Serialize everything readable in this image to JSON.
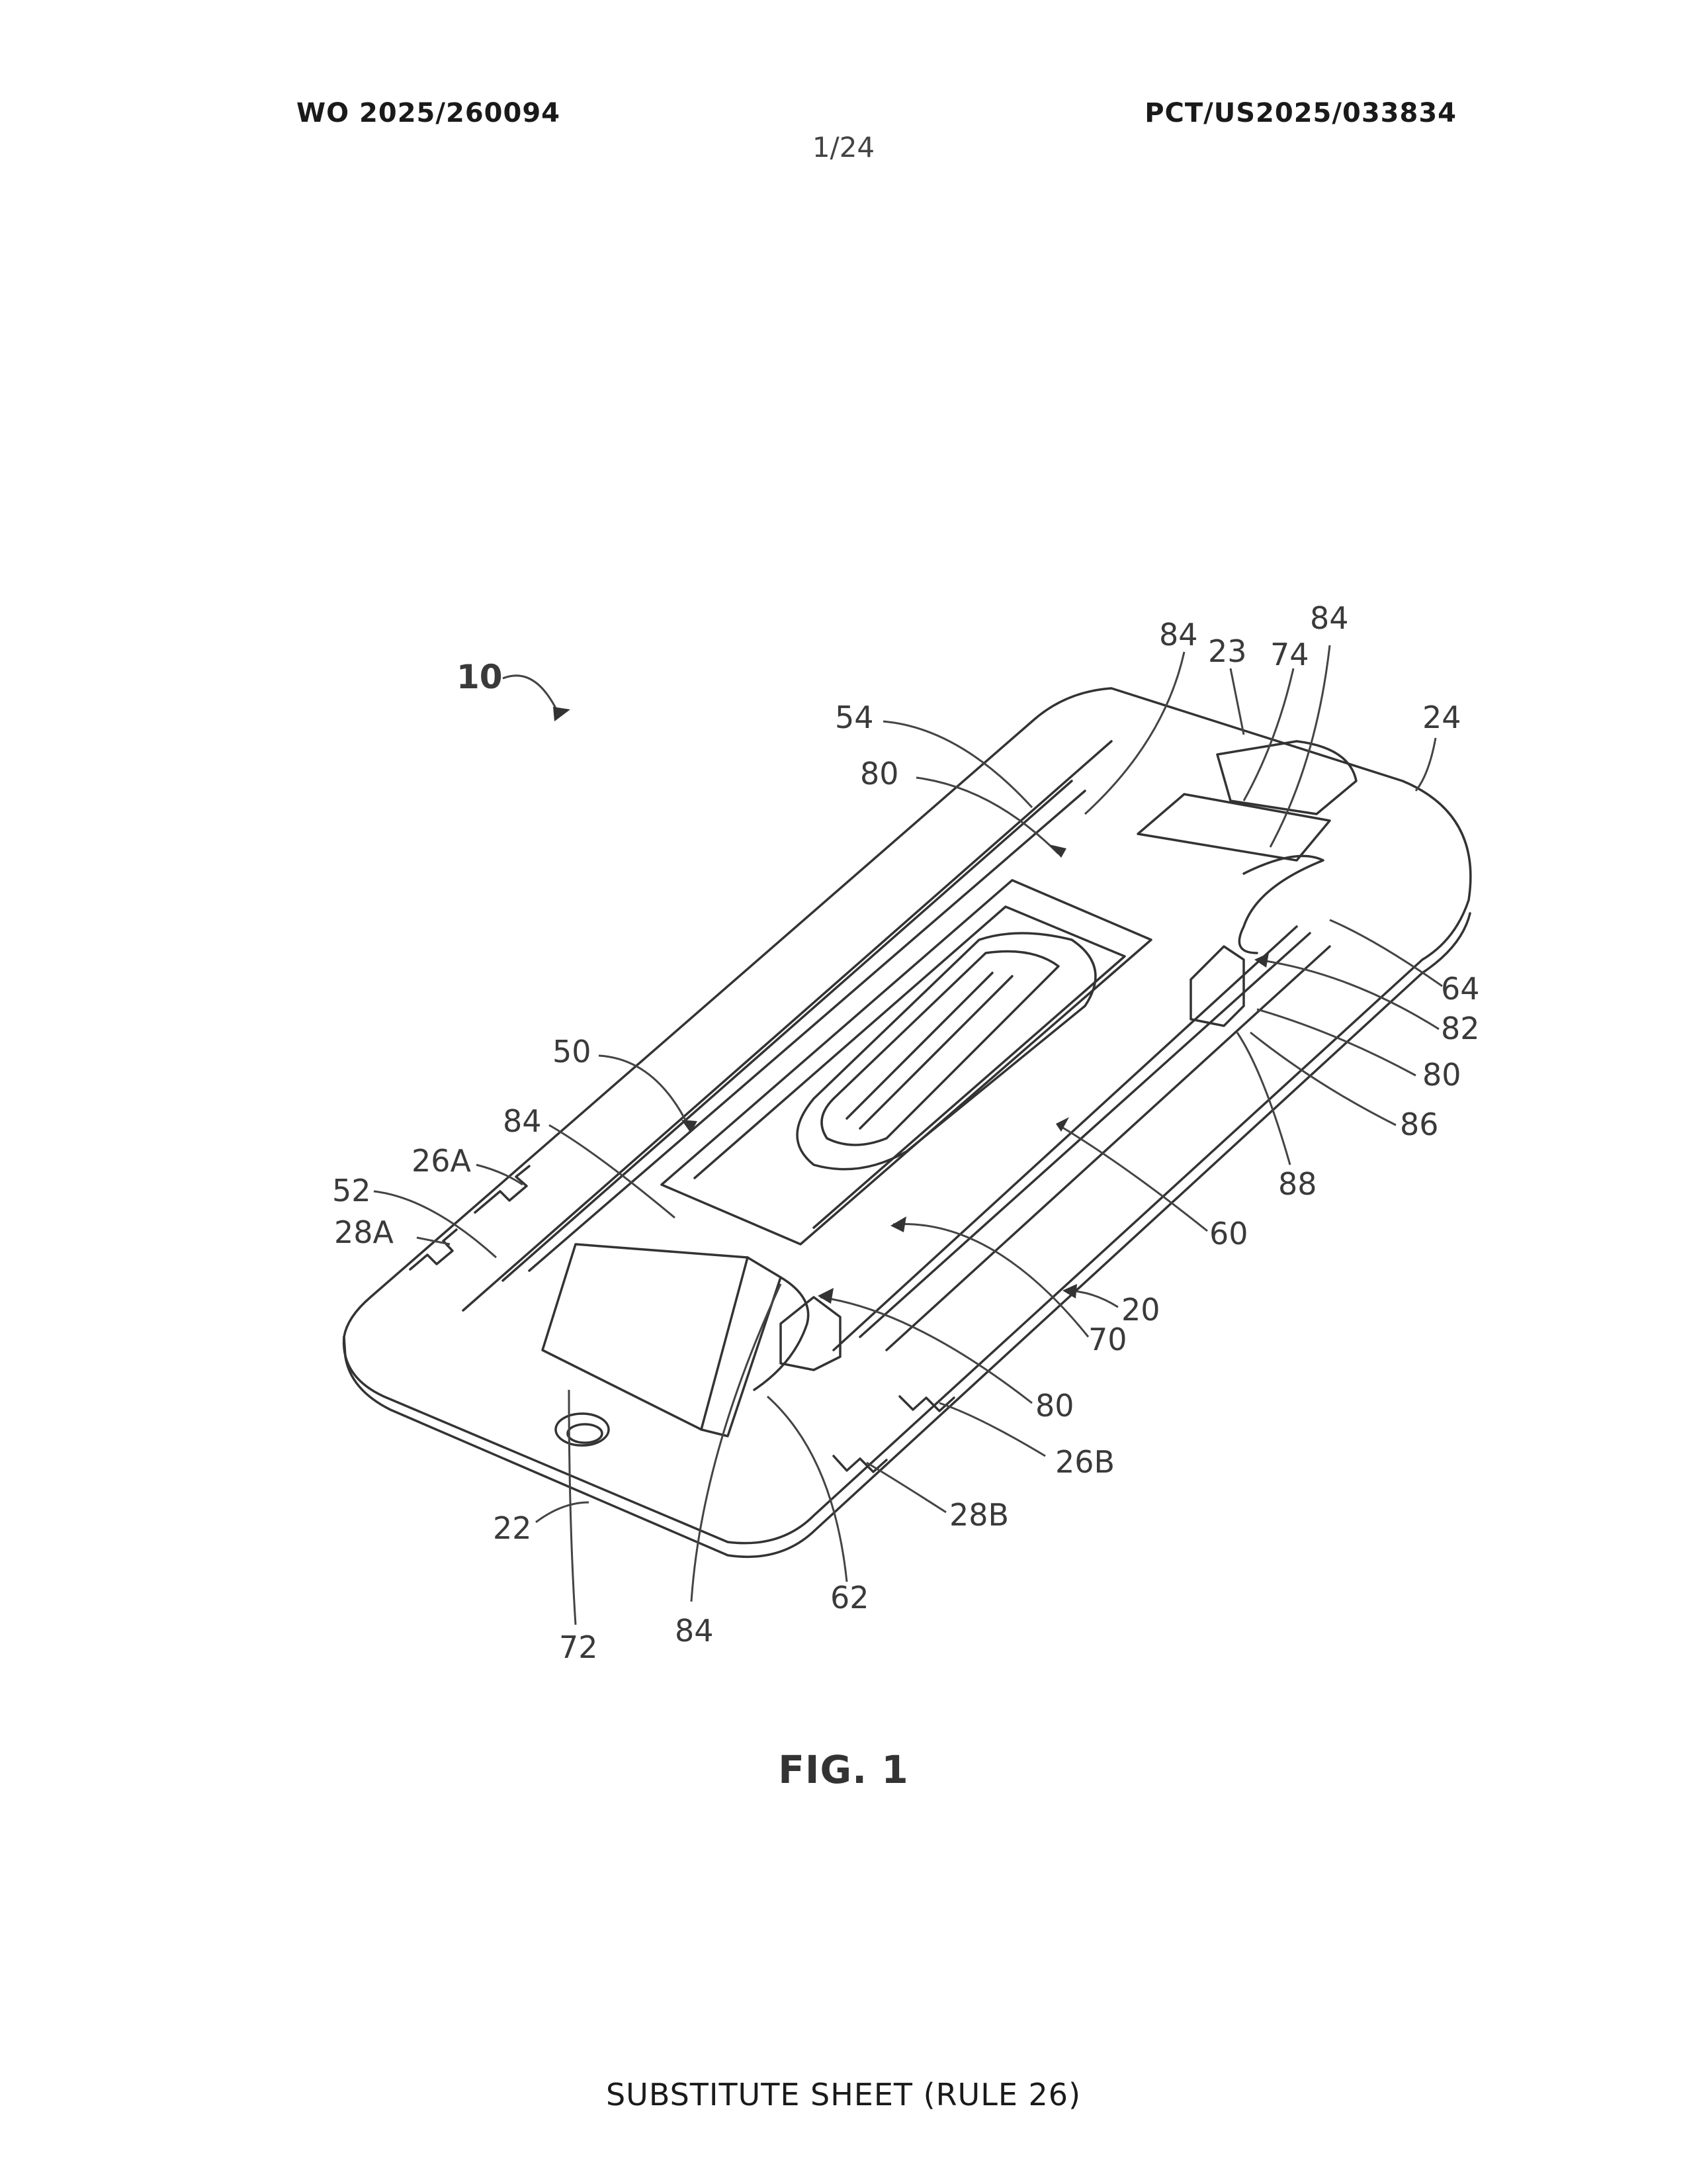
{
  "header": {
    "publication_number": "WO 2025/260094",
    "application_number": "PCT/US2025/033834",
    "sheet_number": "1/24"
  },
  "figure": {
    "caption": "FIG. 1",
    "device_ref": "10",
    "ref_labels": {
      "r20": "20",
      "r22": "22",
      "r23": "23",
      "r24": "24",
      "r26A": "26A",
      "r26B": "26B",
      "r28A": "28A",
      "r28B": "28B",
      "r50": "50",
      "r52": "52",
      "r54": "54",
      "r60": "60",
      "r62": "62",
      "r64": "64",
      "r70": "70",
      "r72": "72",
      "r74": "74",
      "r80a": "80",
      "r80b": "80",
      "r80c": "80",
      "r82": "82",
      "r84a": "84",
      "r84b": "84",
      "r84c": "84",
      "r84d": "84",
      "r86": "86",
      "r88": "88"
    }
  },
  "footer": {
    "text": "SUBSTITUTE SHEET (RULE 26)"
  }
}
